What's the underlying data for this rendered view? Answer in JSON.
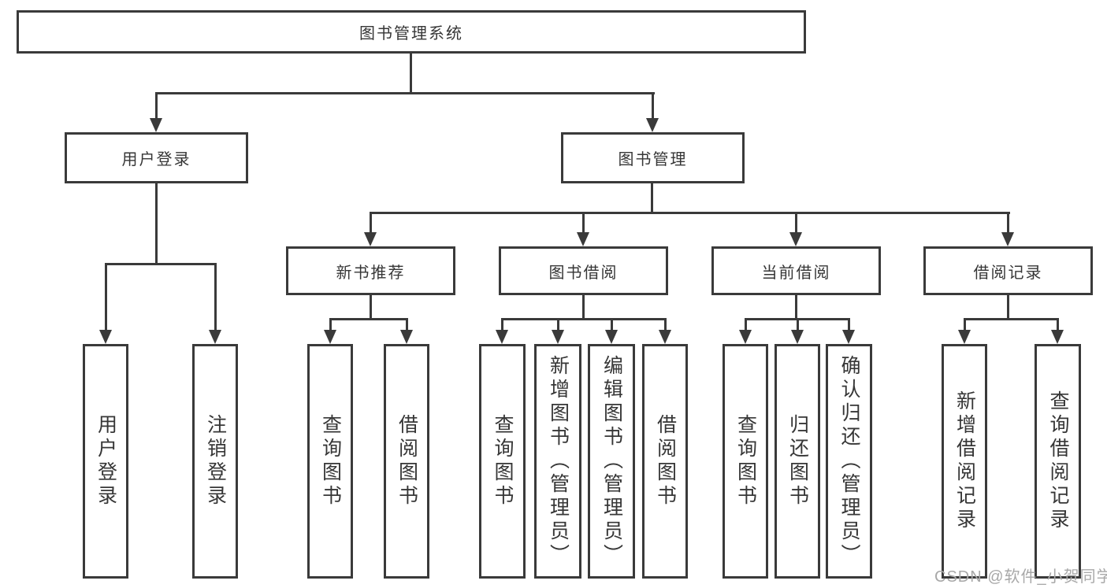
{
  "diagram": {
    "root": {
      "label": "图书管理系统"
    },
    "branches": [
      {
        "label": "用户登录",
        "children": [
          {
            "label": "用户登录"
          },
          {
            "label": "注销登录"
          }
        ]
      },
      {
        "label": "图书管理",
        "children": [
          {
            "label": "新书推荐",
            "children": [
              {
                "label": "查询图书"
              },
              {
                "label": "借阅图书"
              }
            ]
          },
          {
            "label": "图书借阅",
            "children": [
              {
                "label": "查询图书"
              },
              {
                "label": "新增图书（管理员）"
              },
              {
                "label": "编辑图书（管理员）"
              },
              {
                "label": "借阅图书"
              }
            ]
          },
          {
            "label": "当前借阅",
            "children": [
              {
                "label": "查询图书"
              },
              {
                "label": "归还图书"
              },
              {
                "label": "确认归还（管理员）"
              }
            ]
          },
          {
            "label": "借阅记录",
            "children": [
              {
                "label": "新增借阅记录"
              },
              {
                "label": "查询借阅记录"
              }
            ]
          }
        ]
      }
    ]
  },
  "watermark": {
    "text": "CSDN @软件_小贺同学"
  },
  "colors": {
    "line": "#3a3a3a",
    "text": "#363636",
    "watermark": "#a8a8a8",
    "background": "#ffffff"
  }
}
